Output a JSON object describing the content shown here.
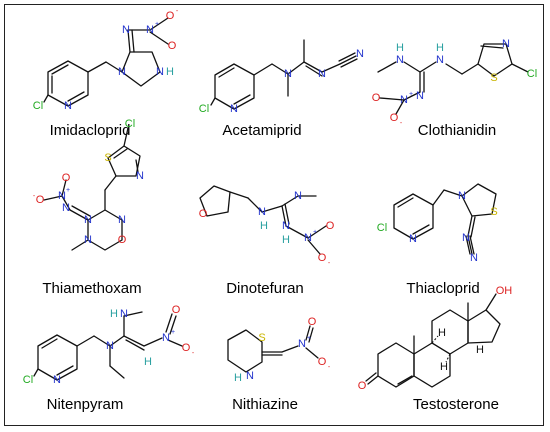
{
  "colors": {
    "nitrogen": "#2233cc",
    "oxygen": "#dd2222",
    "chlorine": "#22aa22",
    "sulfur": "#c9b400",
    "hydrogen": "#2aa0a0",
    "carbon": "#111111"
  },
  "atoms": {
    "N": "N",
    "O": "O",
    "Cl": "Cl",
    "S": "S",
    "H": "H",
    "plus": "+",
    "minus": "-",
    "ominus": "O-",
    "ohlabel": "OH"
  },
  "compounds": [
    {
      "name": "Imidacloprid"
    },
    {
      "name": "Acetamiprid"
    },
    {
      "name": "Clothianidin"
    },
    {
      "name": "Thiamethoxam"
    },
    {
      "name": "Dinotefuran"
    },
    {
      "name": "Thiacloprid"
    },
    {
      "name": "Nitenpyram"
    },
    {
      "name": "Nithiazine"
    },
    {
      "name": "Testosterone"
    }
  ]
}
